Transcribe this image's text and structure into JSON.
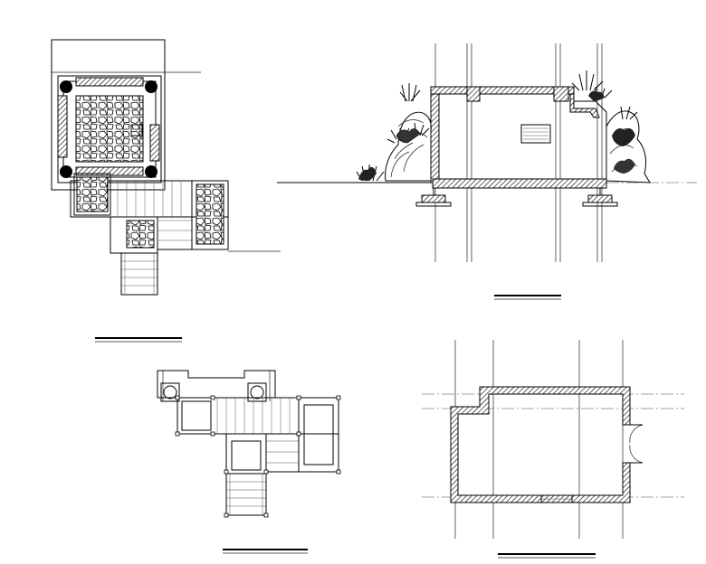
{
  "drawing": {
    "views": [
      {
        "id": "plan-top",
        "title": ""
      },
      {
        "id": "elevation",
        "title": ""
      },
      {
        "id": "plan-lower",
        "title": ""
      },
      {
        "id": "floor-plan",
        "title": ""
      }
    ]
  }
}
